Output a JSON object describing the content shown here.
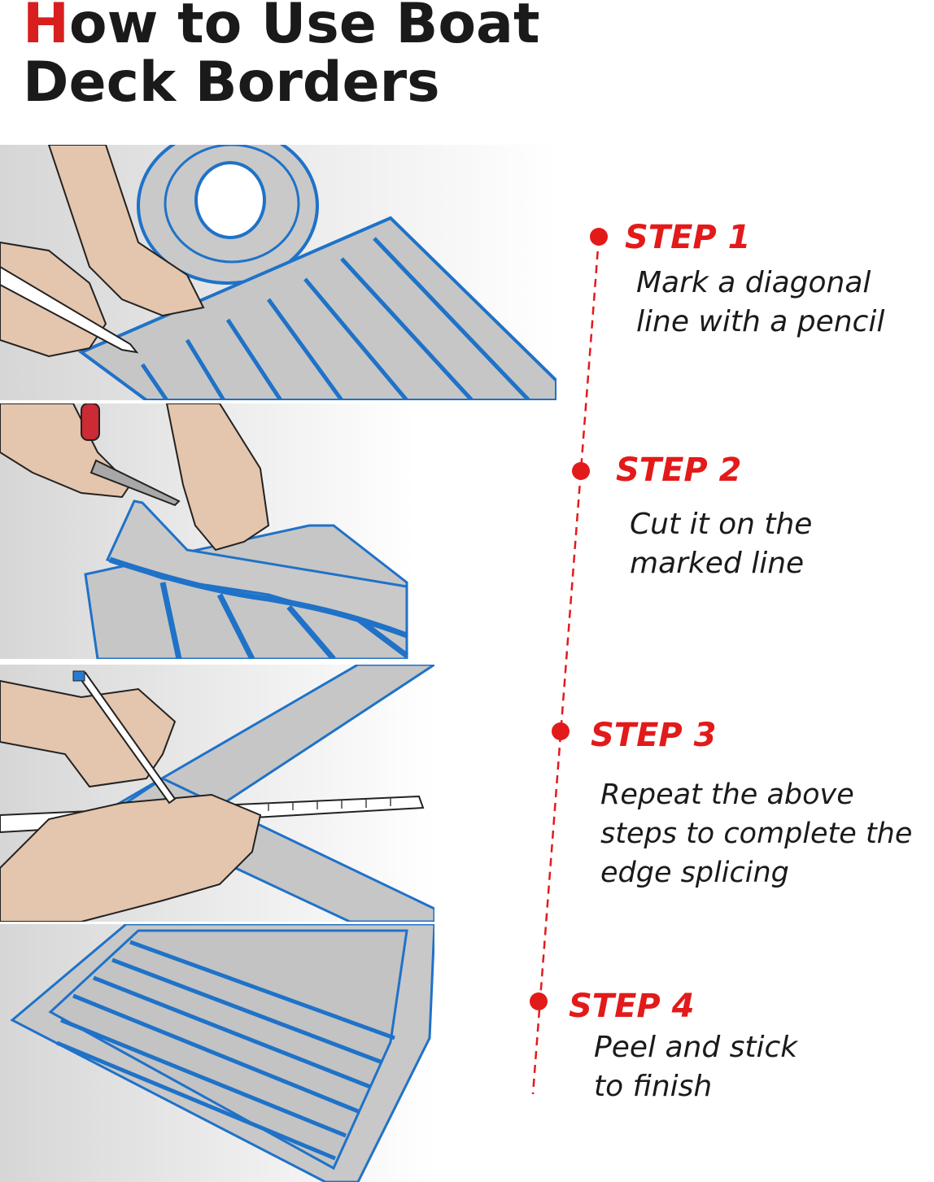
{
  "title": {
    "first_letter": "H",
    "line1_rest": "ow to Use Boat",
    "line2": "Deck Borders"
  },
  "colors": {
    "accent_red": "#e31a1a",
    "border_blue": "#1f72c8",
    "panel_gray": "#c8c8c8",
    "skin": "#e4c5ad"
  },
  "steps": [
    {
      "label": "STEP 1",
      "lines": [
        "Mark a diagonal",
        "line with a pencil"
      ]
    },
    {
      "label": "STEP 2",
      "lines": [
        "Cut it on the",
        "marked line"
      ]
    },
    {
      "label": "STEP 3",
      "lines": [
        "Repeat the above",
        "steps to complete the",
        "edge splicing"
      ]
    },
    {
      "label": "STEP 4",
      "lines": [
        "Peel and stick",
        "to finish"
      ]
    }
  ]
}
